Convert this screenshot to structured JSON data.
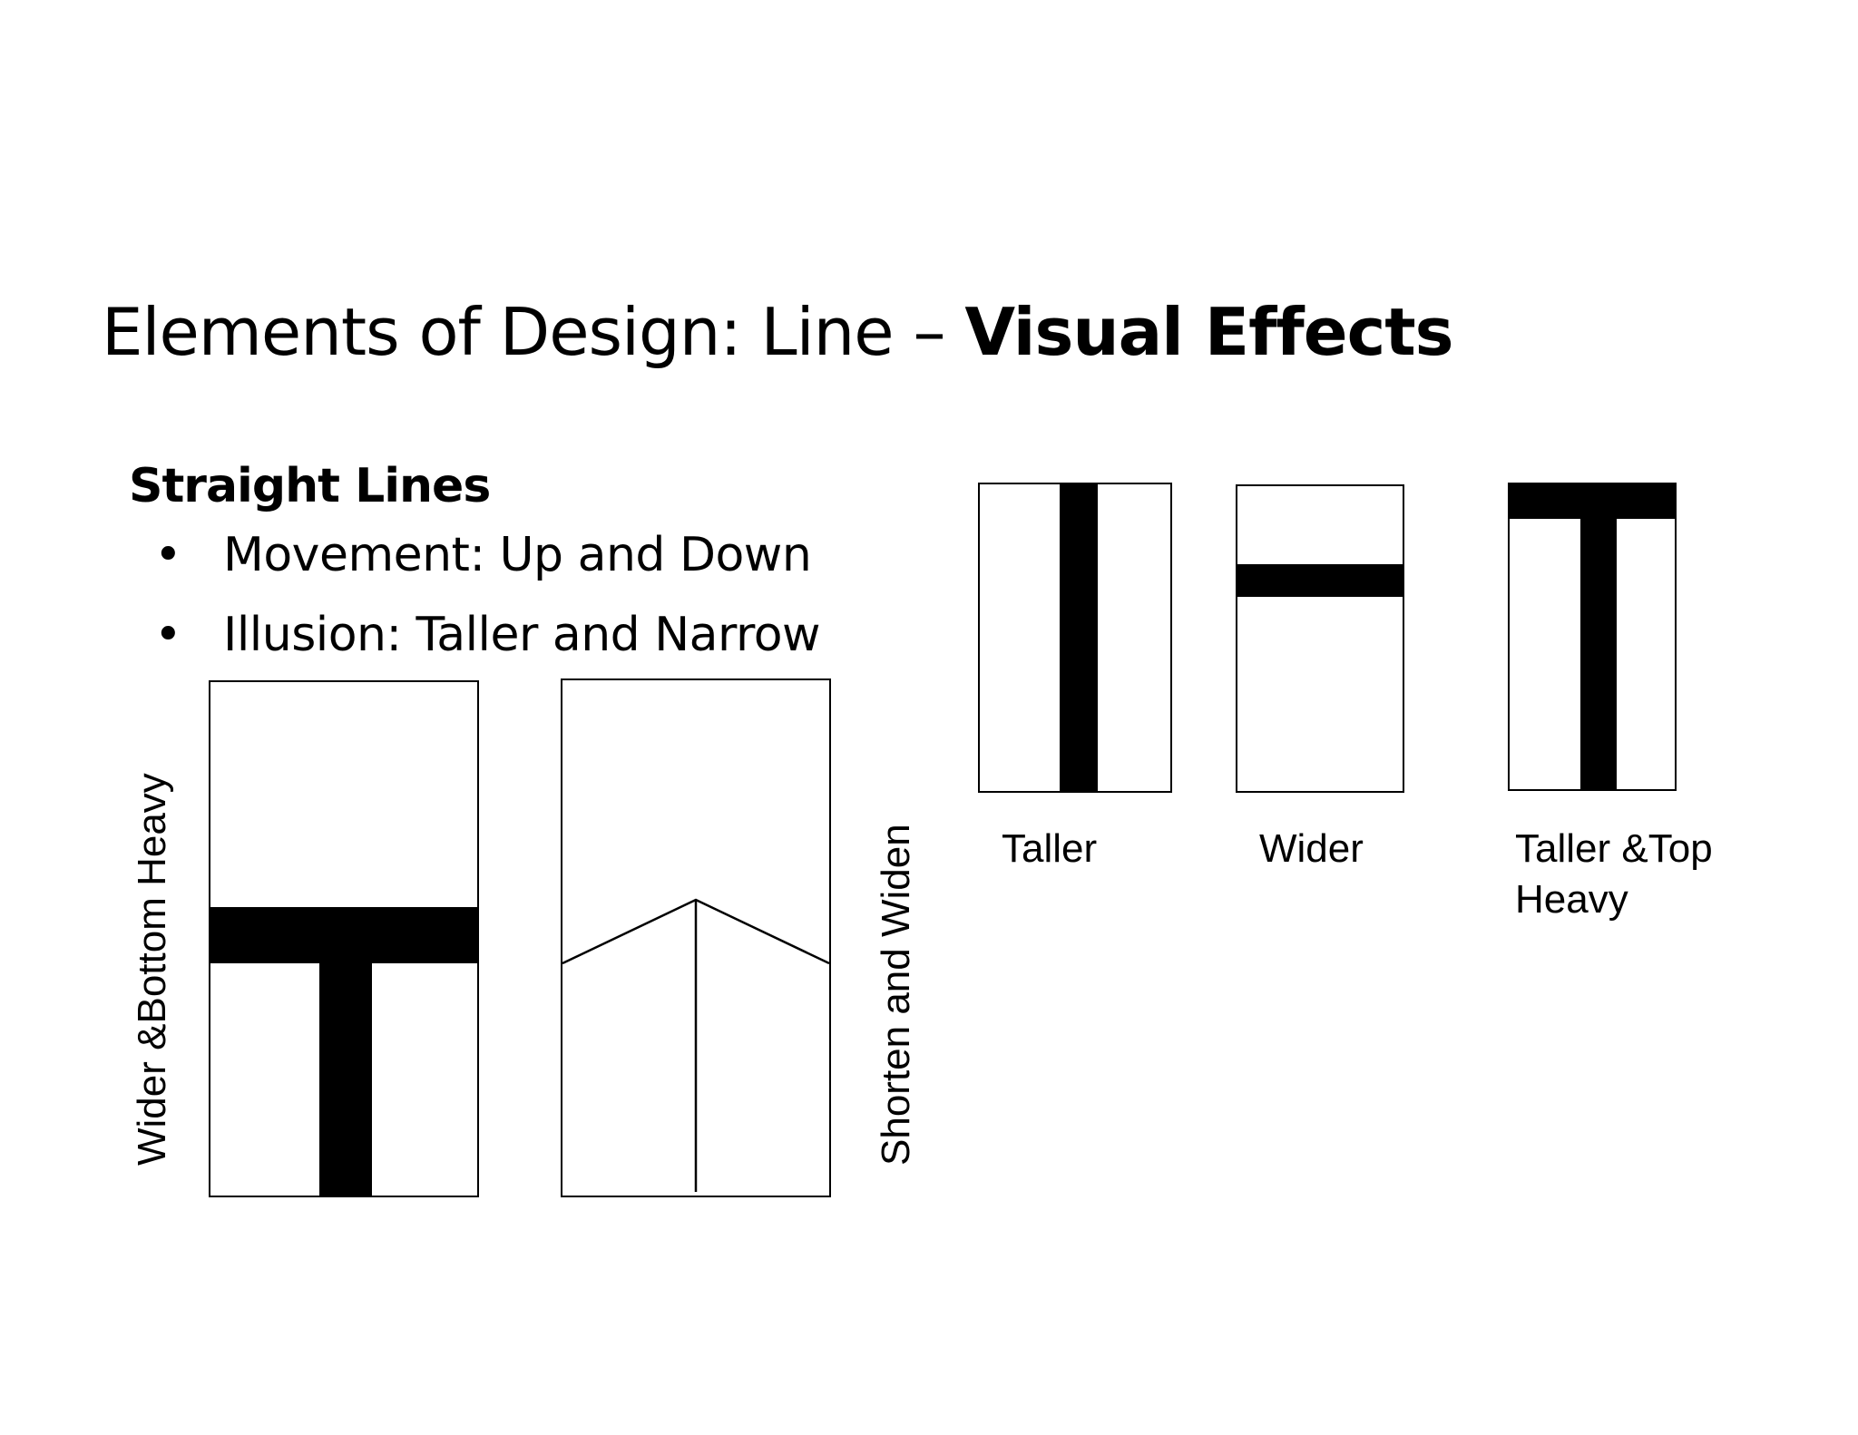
{
  "title": {
    "regular": "Elements of Design: Line – ",
    "bold": "Visual Effects"
  },
  "subheading": "Straight Lines",
  "bullets": [
    "Movement: Up and Down",
    "Illusion: Taller and Narrow"
  ],
  "bullet_symbol": "•",
  "figures": {
    "bottom_heavy_label": "Wider &Bottom Heavy",
    "shorten_widen_label": "Shorten and Widen",
    "taller_label": "Taller",
    "wider_label": "Wider",
    "taller_top_heavy_label_line1": "Taller &Top",
    "taller_top_heavy_label_line2": "Heavy"
  }
}
